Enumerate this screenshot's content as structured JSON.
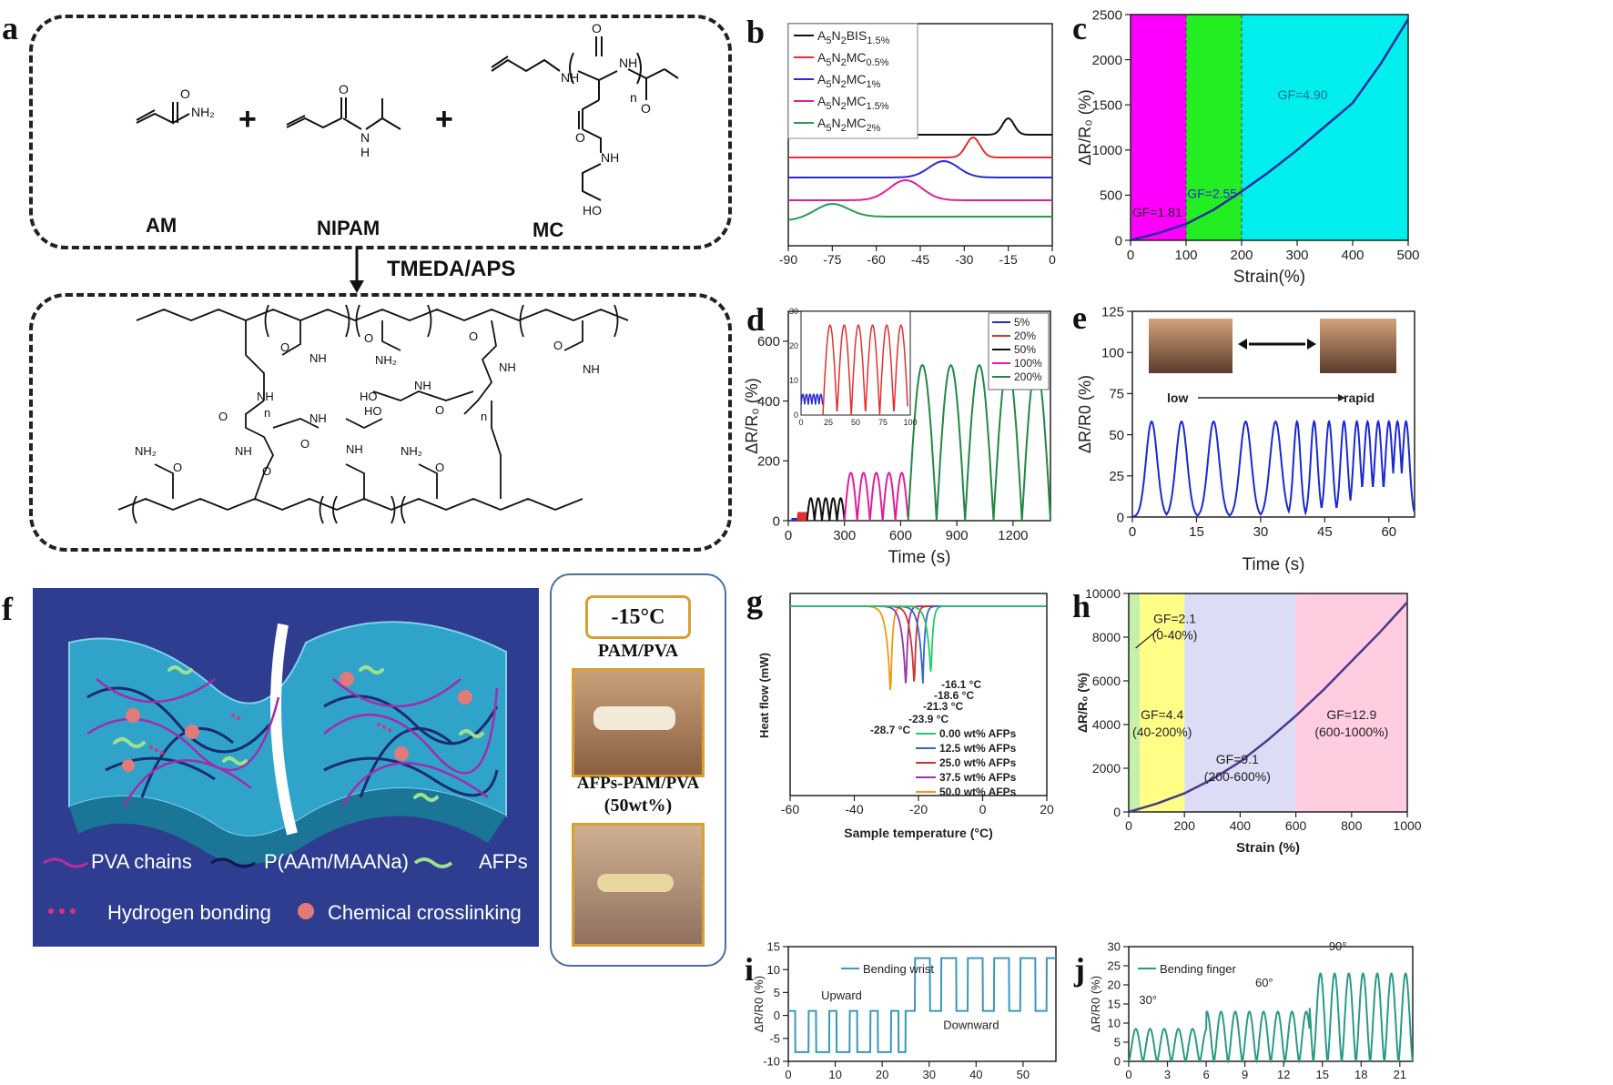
{
  "panels": {
    "a": {
      "letter": "a",
      "reactants": [
        "AM",
        "NIPAM",
        "MC"
      ],
      "plus": "+",
      "initiator": "TMEDA/APS",
      "atoms": {
        "nh2": "NH₂",
        "nh": "NH",
        "h": "H",
        "n": "N",
        "o": "O",
        "oh": "HO",
        "n_sub": "n",
        "o_small": "O"
      }
    },
    "b": {
      "letter": "b"
    },
    "c": {
      "letter": "c"
    },
    "d": {
      "letter": "d"
    },
    "e": {
      "letter": "e",
      "low": "low",
      "rapid": "rapid"
    },
    "f": {
      "letter": "f",
      "legend": [
        "PVA chains",
        "P(AAm/MAANa)",
        "AFPs",
        "Hydrogen bonding",
        "Chemical crosslinking"
      ],
      "inset": {
        "temp": "-15°C",
        "top_label": "PAM/PVA",
        "bottom_label_1": "AFPs-PAM/PVA",
        "bottom_label_2": "(50wt%)"
      }
    },
    "g": {
      "letter": "g"
    },
    "h": {
      "letter": "h"
    },
    "i": {
      "letter": "i"
    },
    "j": {
      "letter": "j"
    }
  },
  "chart_data": [
    {
      "id": "b",
      "type": "line",
      "xlim": [
        -90,
        0
      ],
      "xticks": [
        "-90",
        "-75",
        "-60",
        "-45",
        "-30",
        "-15",
        "0"
      ],
      "series": [
        {
          "name": "A5N2BIS1.5%",
          "label_main": "A",
          "label_sub": "5",
          "label_mid": "N",
          "label_sub2": "2",
          "label_end": "BIS",
          "label_sub3": "1.5%",
          "color": "#111111",
          "peak_x": -15
        },
        {
          "name": "A5N2MC0.5%",
          "label_main": "A",
          "label_sub": "5",
          "label_mid": "N",
          "label_sub2": "2",
          "label_end": "MC",
          "label_sub3": "0.5%",
          "color": "#e03030",
          "peak_x": -27
        },
        {
          "name": "A5N2MC1%",
          "label_main": "A",
          "label_sub": "5",
          "label_mid": "N",
          "label_sub2": "2",
          "label_end": "MC",
          "label_sub3": "1%",
          "color": "#2a2ad0",
          "peak_x": -37
        },
        {
          "name": "A5N2MC1.5%",
          "label_main": "A",
          "label_sub": "5",
          "label_mid": "N",
          "label_sub2": "2",
          "label_end": "MC",
          "label_sub3": "1.5%",
          "color": "#e0209a",
          "peak_x": -50
        },
        {
          "name": "A5N2MC2%",
          "label_main": "A",
          "label_sub": "5",
          "label_mid": "N",
          "label_sub2": "2",
          "label_end": "MC",
          "label_sub3": "2%",
          "color": "#22a050",
          "peak_x": -75
        }
      ]
    },
    {
      "id": "c",
      "type": "line",
      "xlabel": "Strain(%)",
      "ylabel": "ΔR/R₀ (%)",
      "xlim": [
        0,
        500
      ],
      "ylim": [
        0,
        2500
      ],
      "xticks": [
        "0",
        "100",
        "200",
        "300",
        "400",
        "500"
      ],
      "yticks": [
        "0",
        "500",
        "1000",
        "1500",
        "2000",
        "2500"
      ],
      "regions": [
        {
          "from": 0,
          "to": 100,
          "color": "#ff00ff",
          "gf": "GF=1.81"
        },
        {
          "from": 100,
          "to": 200,
          "color": "#22ee22",
          "gf": "GF=2.55"
        },
        {
          "from": 200,
          "to": 500,
          "color": "#00eeee",
          "gf": "GF=4.90"
        }
      ],
      "x": [
        0,
        50,
        100,
        150,
        200,
        250,
        300,
        350,
        400,
        450,
        500
      ],
      "y": [
        0,
        80,
        180,
        340,
        540,
        760,
        1000,
        1260,
        1520,
        1950,
        2450
      ]
    },
    {
      "id": "d",
      "type": "line",
      "xlabel": "Time (s)",
      "ylabel": "ΔR/R₀ (%)",
      "xlim": [
        0,
        1400
      ],
      "ylim": [
        0,
        700
      ],
      "xticks": [
        "0",
        "300",
        "600",
        "900",
        "1200"
      ],
      "yticks": [
        "0",
        "200",
        "400",
        "600"
      ],
      "series": [
        {
          "name": "5%",
          "color": "#2a2ad0",
          "amp": 6
        },
        {
          "name": "20%",
          "color": "#e03030",
          "amp": 26
        },
        {
          "name": "50%",
          "color": "#111111",
          "amp": 75
        },
        {
          "name": "100%",
          "color": "#e0209a",
          "amp": 160
        },
        {
          "name": "200%",
          "color": "#228844",
          "amp": 520
        }
      ],
      "inset": {
        "xticks": [
          "0",
          "25",
          "50",
          "75",
          "100"
        ],
        "yticks": [
          "0",
          "10",
          "20",
          "30"
        ]
      }
    },
    {
      "id": "e",
      "type": "line",
      "xlabel": "Time (s)",
      "ylabel": "ΔR/R0 (%)",
      "xlim": [
        0,
        66
      ],
      "ylim": [
        0,
        125
      ],
      "xticks": [
        "0",
        "15",
        "30",
        "45",
        "60"
      ],
      "yticks": [
        "0",
        "25",
        "50",
        "75",
        "100",
        "125"
      ],
      "amp": 58
    },
    {
      "id": "g",
      "type": "line",
      "xlabel": "Sample temperature (°C)",
      "ylabel": "Heat flow (mW)",
      "xlim": [
        -60,
        20
      ],
      "xticks": [
        "-60",
        "-40",
        "-20",
        "0",
        "20"
      ],
      "series": [
        {
          "name": "0.00 wt% AFPs",
          "color": "#22cc66",
          "peak": -16.1,
          "peak_label": "-16.1 °C"
        },
        {
          "name": "12.5 wt% AFPs",
          "color": "#3366cc",
          "peak": -18.6,
          "peak_label": "-18.6 °C"
        },
        {
          "name": "25.0 wt% AFPs",
          "color": "#cc3333",
          "peak": -21.3,
          "peak_label": "-21.3 °C"
        },
        {
          "name": "37.5 wt% AFPs",
          "color": "#9933aa",
          "peak": -23.9,
          "peak_label": "-23.9 °C"
        },
        {
          "name": "50.0 wt% AFPs",
          "color": "#ee9911",
          "peak": -28.7,
          "peak_label": "-28.7 °C"
        }
      ]
    },
    {
      "id": "h",
      "type": "line",
      "xlabel": "Strain (%)",
      "ylabel": "ΔR/R₀ (%)",
      "xlim": [
        0,
        1000
      ],
      "ylim": [
        0,
        10000
      ],
      "xticks": [
        "0",
        "200",
        "400",
        "600",
        "800",
        "1000"
      ],
      "yticks": [
        "0",
        "2000",
        "4000",
        "6000",
        "8000",
        "10000"
      ],
      "regions": [
        {
          "from": 0,
          "to": 40,
          "color": "#c8f0a8",
          "gf1": "GF=2.1",
          "gf2": "(0-40%)"
        },
        {
          "from": 40,
          "to": 200,
          "color": "#ffff88",
          "gf1": "GF=4.4",
          "gf2": "(40-200%)"
        },
        {
          "from": 200,
          "to": 600,
          "color": "#dcdcf6",
          "gf1": "GF=9.1",
          "gf2": "(200-600%)"
        },
        {
          "from": 600,
          "to": 1000,
          "color": "#ffcce0",
          "gf1": "GF=12.9",
          "gf2": "(600-1000%)"
        }
      ],
      "x": [
        0,
        100,
        200,
        300,
        400,
        500,
        600,
        700,
        800,
        900,
        1000
      ],
      "y": [
        0,
        380,
        850,
        1500,
        2300,
        3300,
        4400,
        5600,
        6900,
        8200,
        9600
      ]
    },
    {
      "id": "i",
      "type": "line",
      "legend": "Bending wrist",
      "ylabel": "ΔR/R0 (%)",
      "xlim": [
        0,
        57
      ],
      "ylim": [
        -10,
        15
      ],
      "xticks": [
        "0",
        "10",
        "20",
        "30",
        "40",
        "50"
      ],
      "yticks": [
        "-10",
        "-5",
        "0",
        "5",
        "10",
        "15"
      ],
      "annot_up": "Upward",
      "annot_down": "Downward"
    },
    {
      "id": "j",
      "type": "line",
      "legend": "Bending finger",
      "ylabel": "ΔR/R0 (%)",
      "xlim": [
        0,
        22
      ],
      "ylim": [
        0,
        30
      ],
      "xticks": [
        "0",
        "3",
        "6",
        "9",
        "12",
        "15",
        "18",
        "21"
      ],
      "yticks": [
        "0",
        "5",
        "10",
        "15",
        "20",
        "25",
        "30"
      ],
      "annot": [
        "30°",
        "60°",
        "90°"
      ]
    }
  ]
}
